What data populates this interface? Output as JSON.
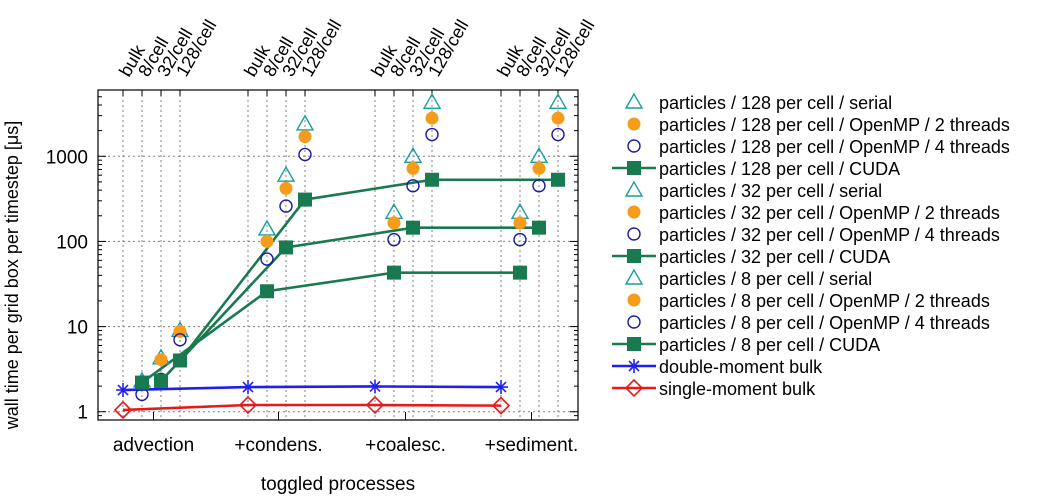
{
  "chart_data": {
    "type": "scatter",
    "xlabel": "toggled processes",
    "ylabel": "wall time per grid box per timestep [μs]",
    "yscale": "log",
    "ylim": [
      0.8,
      6000
    ],
    "ytick_labels": [
      {
        "value": 1,
        "label": "1"
      },
      {
        "value": 10,
        "label": "10"
      },
      {
        "value": 100,
        "label": "100"
      },
      {
        "value": 1000,
        "label": "1000"
      }
    ],
    "groups": [
      "advection",
      "+condens.",
      "+coalesc.",
      "+sediment."
    ],
    "top_tick_labels": [
      "bulk",
      "8/cell",
      "32/cell",
      "128/cell"
    ],
    "grid": true,
    "legend_position": "right",
    "colors": {
      "serial": "#1a9e9e",
      "openmp2": "#f59c1a",
      "openmp4": "#1a1aa0",
      "cuda": "#1a7a4f",
      "double_bulk": "#1f1ff0",
      "single_bulk": "#e61a1a"
    },
    "series": [
      {
        "name": "particles / 128 per cell / serial",
        "marker": "triangle",
        "color_key": "serial",
        "slot": 3,
        "offset": 0,
        "values": [
          9.0,
          2400,
          4300,
          4300
        ]
      },
      {
        "name": "particles / 128 per cell / OpenMP / 2 threads",
        "marker": "dot",
        "color_key": "openmp2",
        "slot": 3,
        "offset": 0,
        "values": [
          8.8,
          1700,
          2800,
          2800
        ]
      },
      {
        "name": "particles / 128 per cell / OpenMP / 4 threads",
        "marker": "circle",
        "color_key": "openmp4",
        "slot": 3,
        "offset": 0,
        "values": [
          7.0,
          1050,
          1800,
          1800
        ]
      },
      {
        "name": "particles / 128 per cell / CUDA",
        "marker": "square",
        "color_key": "cuda",
        "slot": 3,
        "offset": 0,
        "line": true,
        "values": [
          4.0,
          310,
          530,
          530
        ]
      },
      {
        "name": "particles / 32 per cell / serial",
        "marker": "triangle",
        "color_key": "serial",
        "slot": 2,
        "offset": -1,
        "values": [
          4.3,
          600,
          1000,
          1000
        ]
      },
      {
        "name": "particles / 32 per cell / OpenMP / 2 threads",
        "marker": "dot",
        "color_key": "openmp2",
        "slot": 2,
        "offset": -1,
        "values": [
          4.1,
          420,
          720,
          720
        ]
      },
      {
        "name": "particles / 32 per cell / OpenMP / 4 threads",
        "marker": "circle",
        "color_key": "openmp4",
        "slot": 2,
        "offset": -1,
        "values": [
          2.4,
          260,
          450,
          450
        ]
      },
      {
        "name": "particles / 32 per cell / CUDA",
        "marker": "square",
        "color_key": "cuda",
        "slot": 2,
        "offset": 0,
        "line": true,
        "values": [
          2.3,
          85,
          145,
          145
        ]
      },
      {
        "name": "particles / 8 per cell / serial",
        "marker": "triangle",
        "color_key": "serial",
        "slot": 1,
        "offset": -1,
        "values": [
          2.3,
          140,
          220,
          220
        ]
      },
      {
        "name": "particles / 8 per cell / OpenMP / 2 threads",
        "marker": "dot",
        "color_key": "openmp2",
        "slot": 1,
        "offset": -1,
        "values": [
          2.2,
          100,
          165,
          165
        ]
      },
      {
        "name": "particles / 8 per cell / OpenMP / 4 threads",
        "marker": "circle",
        "color_key": "openmp4",
        "slot": 1,
        "offset": -1,
        "values": [
          1.6,
          62,
          105,
          105
        ]
      },
      {
        "name": "particles / 8 per cell / CUDA",
        "marker": "square",
        "color_key": "cuda",
        "slot": 1,
        "offset": 0,
        "line": true,
        "values": [
          2.2,
          26,
          43,
          43
        ]
      },
      {
        "name": "double-moment bulk",
        "marker": "asterisk",
        "color_key": "double_bulk",
        "slot": 0,
        "offset": 0,
        "line": true,
        "values": [
          1.8,
          1.95,
          1.98,
          1.95
        ]
      },
      {
        "name": "single-moment bulk",
        "marker": "diamond",
        "color_key": "single_bulk",
        "slot": 0,
        "offset": 0,
        "line": true,
        "values": [
          1.05,
          1.2,
          1.2,
          1.18
        ]
      }
    ]
  }
}
